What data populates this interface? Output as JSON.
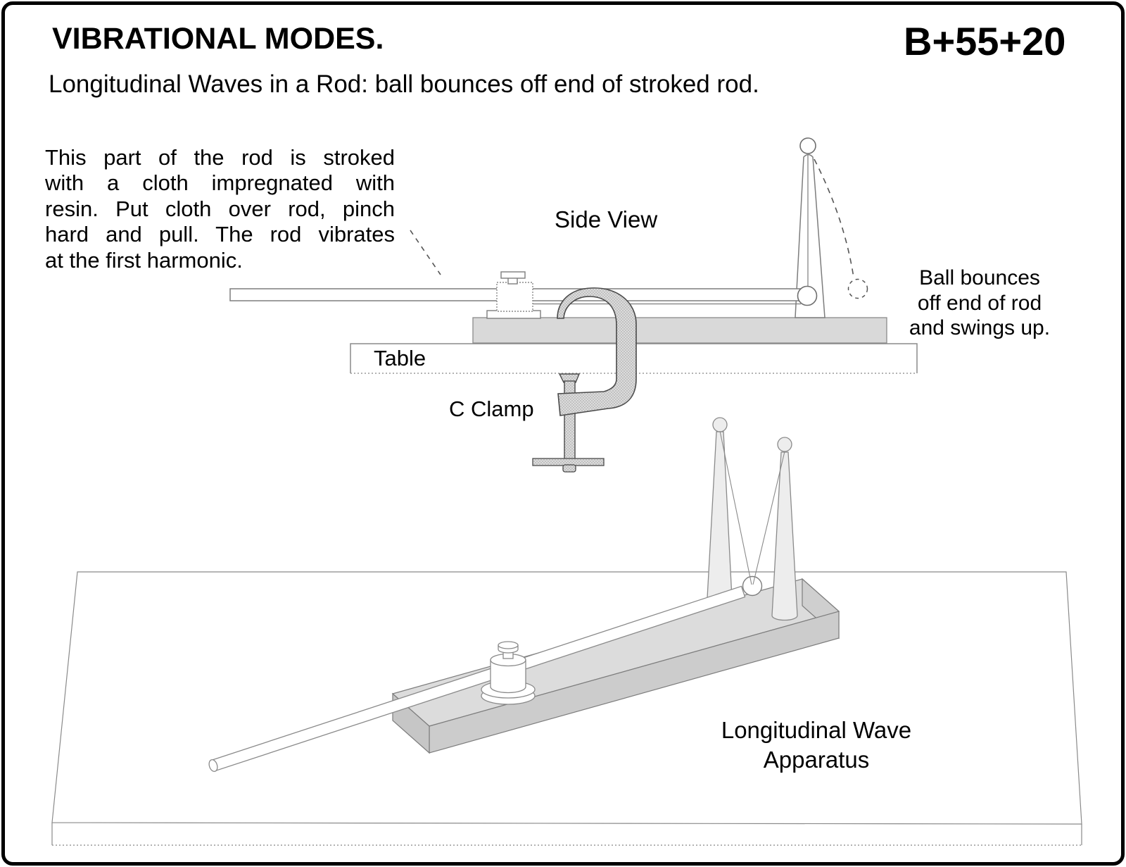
{
  "page": {
    "title": "VIBRATIONAL MODES.",
    "code": "B+55+20",
    "subtitle": "Longitudinal Waves in a Rod: ball bounces off end of stroked rod."
  },
  "annotations": {
    "stroke_note_lines": [
      "This part of the rod is stroked",
      "with a cloth impregnated with",
      "resin. Put cloth over rod, pinch",
      "hard and pull. The rod vibrates",
      "at the first harmonic."
    ],
    "side_view_label": "Side View",
    "ball_note_lines": [
      "Ball bounces",
      "off end of rod",
      "and swings up."
    ],
    "table_label": "Table",
    "c_clamp_label": "C Clamp",
    "apparatus_label_lines": [
      "Longitudinal Wave",
      "Apparatus"
    ]
  },
  "colors": {
    "ink": "#000000",
    "outline_gray": "#6e6e6e",
    "fill_light_gray": "#d9d9d9",
    "fill_mid_gray": "#cccccc",
    "clamp_dot_gray": "#9a9a9a"
  }
}
